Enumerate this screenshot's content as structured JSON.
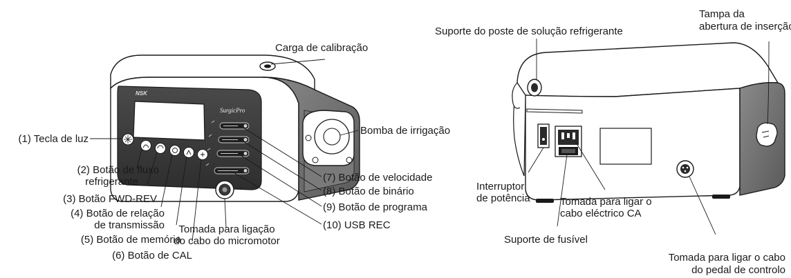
{
  "labels": {
    "carga_calibracao": "Carga de calibração",
    "tecla_luz": "(1) Tecla de luz",
    "botao_fluxo_1": "(2) Botão de fluxo",
    "botao_fluxo_2": "refrigerante",
    "botao_fwd_rev": "(3) Botão FWD-REV",
    "botao_relacao_1": "(4) Botão de relação",
    "botao_relacao_2": "de transmissão",
    "botao_memoria": "(5) Botão de memória",
    "botao_cal": "(6) Botão de CAL",
    "bomba_irrigacao": "Bomba de irrigação",
    "botao_velocidade": "(7) Botão de velocidade",
    "botao_binario": "(8) Botão de binário",
    "botao_programa": "(9) Botão de programa",
    "usb_rec": "(10) USB REC",
    "tomada_micromotor_1": "Tomada para ligação",
    "tomada_micromotor_2": "do cabo do micromotor",
    "suporte_poste": "Suporte do poste de solução refrigerante",
    "tampa_1": "Tampa da",
    "tampa_2": "abertura de inserção",
    "interruptor_1": "Interruptor",
    "interruptor_2": "de potência",
    "tomada_ca_1": "Tomada para ligar o",
    "tomada_ca_2": "cabo eléctrico CA",
    "suporte_fusivel": "Suporte de fusível",
    "tomada_pedal_1": "Tomada para ligar o cabo",
    "tomada_pedal_2": "do pedal de controlo"
  },
  "device": {
    "brand": "NSK",
    "model": "SurgicPro"
  },
  "colors": {
    "outline": "#1a1a1a",
    "panel": "#3a3a3a",
    "side_shade": "#6e6e6e",
    "body": "#ffffff"
  }
}
